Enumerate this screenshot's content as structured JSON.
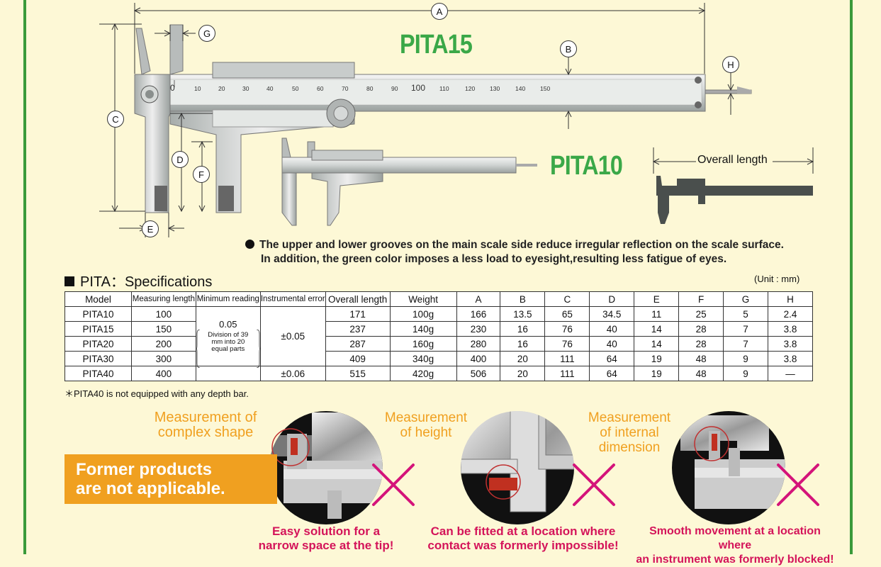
{
  "figure": {
    "dims": [
      "A",
      "B",
      "C",
      "D",
      "E",
      "F",
      "G",
      "H"
    ],
    "title_large": "PITA15",
    "title_small": "PITA10",
    "overall_length_label": "Overall length",
    "scale_numbers": [
      "0",
      "10",
      "20",
      "30",
      "40",
      "50",
      "60",
      "70",
      "80",
      "90",
      "100",
      "110",
      "120",
      "130",
      "140",
      "150"
    ]
  },
  "note": {
    "line1": "The upper and lower grooves on the main scale side reduce irregular reflection on the scale surface.",
    "line2": "In addition, the green color imposes a less load to eyesight,resulting less fatigue of eyes."
  },
  "spec": {
    "title": "PITA：Specifications",
    "unit": "(Unit : mm)",
    "headers": [
      "Model",
      "Measuring length",
      "Minimum reading",
      "Instrumental error",
      "Overall length",
      "Weight",
      "A",
      "B",
      "C",
      "D",
      "E",
      "F",
      "G",
      "H"
    ],
    "min_reading_value": "0.05",
    "min_reading_note": "Division of 39 mm into 20 equal parts",
    "error_main": "±0.05",
    "error_pita40": "±0.06",
    "rows": [
      {
        "model": "PITA10",
        "length": "100",
        "overall": "171",
        "weight": "100g",
        "A": "166",
        "B": "13.5",
        "C": "65",
        "D": "34.5",
        "E": "11",
        "F": "25",
        "G": "5",
        "H": "2.4"
      },
      {
        "model": "PITA15",
        "length": "150",
        "overall": "237",
        "weight": "140g",
        "A": "230",
        "B": "16",
        "C": "76",
        "D": "40",
        "E": "14",
        "F": "28",
        "G": "7",
        "H": "3.8"
      },
      {
        "model": "PITA20",
        "length": "200",
        "overall": "287",
        "weight": "160g",
        "A": "280",
        "B": "16",
        "C": "76",
        "D": "40",
        "E": "14",
        "F": "28",
        "G": "7",
        "H": "3.8"
      },
      {
        "model": "PITA30",
        "length": "300",
        "overall": "409",
        "weight": "340g",
        "A": "400",
        "B": "20",
        "C": "111",
        "D": "64",
        "E": "19",
        "F": "48",
        "G": "9",
        "H": "3.8"
      },
      {
        "model": "PITA40",
        "length": "400",
        "overall": "515",
        "weight": "420g",
        "A": "506",
        "B": "20",
        "C": "111",
        "D": "64",
        "E": "19",
        "F": "48",
        "G": "9",
        "H": "—"
      }
    ],
    "footnote": "＊PITA40 is not equipped with any depth bar."
  },
  "illustrations": {
    "label1_l1": "Measurement of",
    "label1_l2": "complex shape",
    "label2_l1": "Measurement",
    "label2_l2": "of height",
    "label3_l1": "Measurement",
    "label3_l2": "of internal",
    "label3_l3": "dimension",
    "former_l1": "Former products",
    "former_l2": "are not applicable.",
    "caption1_l1": "Easy solution for a",
    "caption1_l2": "narrow space at the tip!",
    "caption2_l1": "Can be fitted at a location where",
    "caption2_l2": "contact was formerly impossible!",
    "caption3_l1": "Smooth movement at a location where",
    "caption3_l2": "an instrument was formerly blocked!"
  },
  "colors": {
    "background": "#fdf8d6",
    "frame_green": "#3a9a3a",
    "title_green": "#3aa848",
    "accent_orange": "#f0a020",
    "caption_red": "#d4145a",
    "cross_magenta": "#d4147a"
  }
}
